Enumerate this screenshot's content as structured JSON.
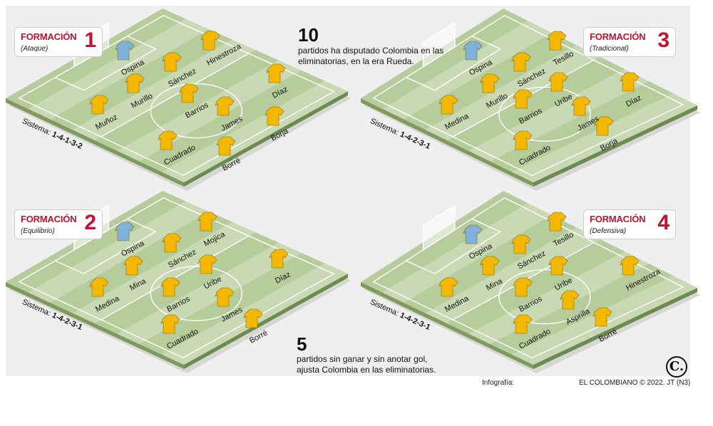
{
  "colors": {
    "pitch_light": "#c9d9b3",
    "pitch_stripe": "#b7cc9b",
    "pitch_edge": "#7e9a5f",
    "shirt_field": "#f5b800",
    "shirt_keeper": "#7fb1dd",
    "accent": "#c8102e"
  },
  "icons": {
    "player": "jersey-icon",
    "keeper": "keeper-jersey-icon",
    "goal": "goal-net-icon",
    "logo": "el-colombiano-logo"
  },
  "formations": [
    {
      "label": "FORMACIÓN",
      "number": "1",
      "subtitle": "(Ataque)",
      "sistema_label": "Sistema:",
      "sistema_value": "1-4-1-3-2",
      "players": [
        {
          "name": "Ospina",
          "keeper": true
        },
        {
          "name": "Sánchez"
        },
        {
          "name": "Hinestroza"
        },
        {
          "name": "Murillo"
        },
        {
          "name": "Muñoz"
        },
        {
          "name": "Barrios"
        },
        {
          "name": "Díaz"
        },
        {
          "name": "James"
        },
        {
          "name": "Borja"
        },
        {
          "name": "Cuadrado"
        },
        {
          "name": "Borré"
        }
      ]
    },
    {
      "label": "FORMACIÓN",
      "number": "3",
      "subtitle": "(Tradicional)",
      "sistema_label": "Sistema:",
      "sistema_value": "1-4-2-3-1",
      "players": [
        {
          "name": "Ospina",
          "keeper": true
        },
        {
          "name": "Sánchez"
        },
        {
          "name": "Tesillo"
        },
        {
          "name": "Murillo"
        },
        {
          "name": "Medina"
        },
        {
          "name": "Barrios"
        },
        {
          "name": "Uribe"
        },
        {
          "name": "Díaz"
        },
        {
          "name": "James"
        },
        {
          "name": "Borja"
        },
        {
          "name": "Cuadrado"
        }
      ]
    },
    {
      "label": "FORMACIÓN",
      "number": "2",
      "subtitle": "(Equilibrio)",
      "sistema_label": "Sistema:",
      "sistema_value": "1-4-2-3-1",
      "players": [
        {
          "name": "Ospina",
          "keeper": true
        },
        {
          "name": "Sánchez"
        },
        {
          "name": "Mojica"
        },
        {
          "name": "Mina"
        },
        {
          "name": "Medina"
        },
        {
          "name": "Barrios"
        },
        {
          "name": "Uribe"
        },
        {
          "name": "Díaz"
        },
        {
          "name": "James"
        },
        {
          "name": "Borré"
        },
        {
          "name": "Cuadrado"
        }
      ]
    },
    {
      "label": "FORMACIÓN",
      "number": "4",
      "subtitle": "(Defensiva)",
      "sistema_label": "Sistema:",
      "sistema_value": "1-4-2-3-1",
      "players": [
        {
          "name": "Ospina",
          "keeper": true
        },
        {
          "name": "Sánchez"
        },
        {
          "name": "Tesillo"
        },
        {
          "name": "Mina"
        },
        {
          "name": "Medina"
        },
        {
          "name": "Barrios"
        },
        {
          "name": "Uribe"
        },
        {
          "name": "Hinestroza"
        },
        {
          "name": "Asprilla"
        },
        {
          "name": "Borré"
        },
        {
          "name": "Cuadrado"
        }
      ]
    }
  ],
  "stats": {
    "top_number": "10",
    "top_text": "partidos ha disputado Colombia en las eliminatorias, en la era Rueda.",
    "bottom_number": "5",
    "bottom_text": "partidos sin ganar y sin anotar gol, ajusta Colombia en las eliminatorias."
  },
  "footer": {
    "infografia": "Infografía:",
    "copyright": "EL COLOMBIANO © 2022. JT (N3)",
    "logo_letter": "C."
  }
}
